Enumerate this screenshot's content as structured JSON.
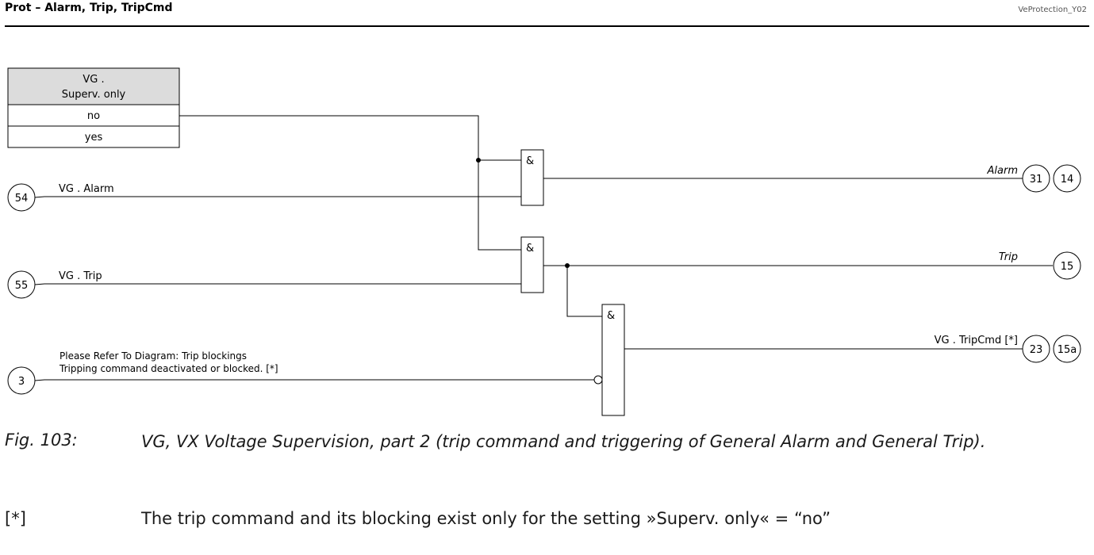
{
  "header": {
    "title": "Prot – Alarm, Trip, TripCmd",
    "code": "VeProtection_Y02"
  },
  "setting_table": {
    "header_line1": "VG .",
    "header_line2": "Superv. only",
    "options": [
      "no",
      "yes"
    ]
  },
  "inputs": {
    "alarm": {
      "node": "54",
      "label": "VG . Alarm"
    },
    "trip": {
      "node": "55",
      "label": "VG . Trip"
    },
    "block": {
      "node": "3",
      "label_line1": "Please Refer To Diagram: Trip blockings",
      "label_line2": "Tripping command deactivated or blocked.  [*]"
    }
  },
  "gates": {
    "and_symbol": "&"
  },
  "outputs": {
    "alarm": {
      "label": "Alarm",
      "node_a": "31",
      "node_b": "14"
    },
    "trip": {
      "label": "Trip",
      "node_a": "15"
    },
    "tripcmd": {
      "label": "VG . TripCmd [*]",
      "node_a": "23",
      "node_b": "15a"
    }
  },
  "caption": {
    "fig_number": "Fig. 103:",
    "text": "VG, VX Voltage Supervision, part 2 (trip command and triggering of General Alarm and General Trip)."
  },
  "note": {
    "ref": "[*]",
    "text": "The trip command and its blocking exist only for the setting »Superv. only« = “no”"
  }
}
